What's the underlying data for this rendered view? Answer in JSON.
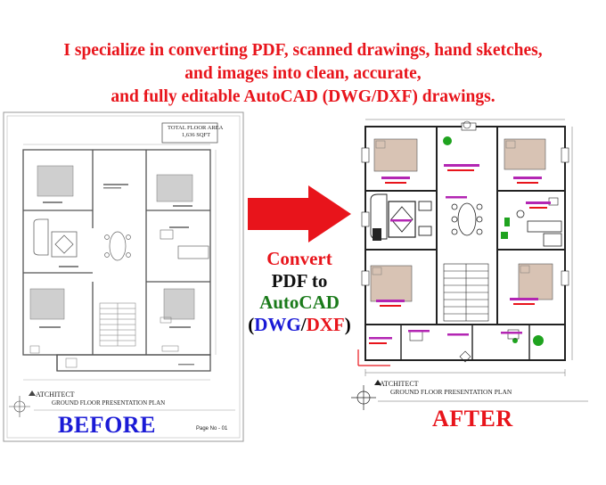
{
  "headline": {
    "line1": "I specialize in converting PDF, scanned drawings, hand sketches,",
    "line2": "and images into clean, accurate,",
    "line3": "and fully editable AutoCAD (DWG/DXF) drawings."
  },
  "before": {
    "label": "BEFORE",
    "area_box": {
      "line1": "TOTAL FLOOR AREA",
      "line2": "1,636 SQFT"
    },
    "architect": "ATCHITECT",
    "plan_title": "GROUND FLOOR PRESENTATION PLAN",
    "page_no": "Page No - 01"
  },
  "after": {
    "label": "AFTER",
    "architect": "ATCHITECT",
    "plan_title": "GROUND FLOOR PRESENTATION PLAN"
  },
  "convert": {
    "word1": "Convert",
    "word2": "PDF to",
    "word3": "AutoCAD",
    "open_paren": "(",
    "dwg": "DWG",
    "slash": "/",
    "dxf": "DXF",
    "close_paren": ")"
  },
  "colors": {
    "headline": "#e8141b",
    "arrow": "#e8141b",
    "before_label": "#1a1ad6",
    "after_label": "#e8141b",
    "convert_green": "#1a7a1a",
    "convert_blue": "#1a1ad6"
  }
}
